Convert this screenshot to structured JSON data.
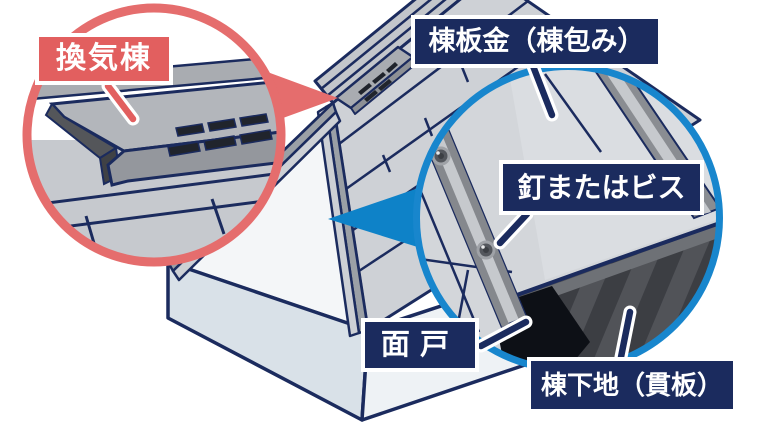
{
  "figure": {
    "type": "roof-ridge-structure-diagram",
    "background": "#ffffff",
    "labels": {
      "vent_ridge": {
        "text": "換気棟"
      },
      "ridge_sheet_metal": {
        "text": "棟板金（棟包み）"
      },
      "nail_or_screw": {
        "text": "釘またはビス"
      },
      "eave_filler": {
        "text": "面戸"
      },
      "ridge_base": {
        "text": "棟下地（貫板）"
      }
    },
    "colors": {
      "outline_navy": "#1b2b5e",
      "label_navy_bg": "#1b2b5e",
      "label_red_bg": "#e25f5f",
      "red_circle_border": "#e56d6d",
      "blue_circle_border": "#1886cd",
      "blue_pointer": "#0e82c8",
      "roof_gray": "#ced1d6",
      "wall_blue_gray": "#d9e1e8",
      "gable_white": "#f4f6f8",
      "ridge_wood_dark": "#515358",
      "vent_slot_dark": "#20242c"
    }
  }
}
